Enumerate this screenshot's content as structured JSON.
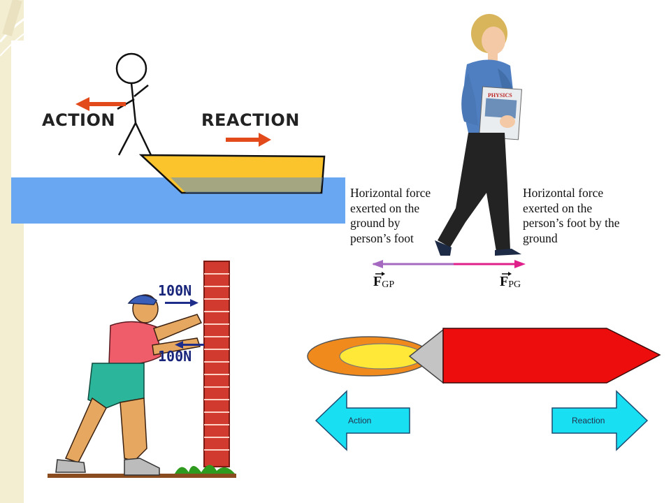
{
  "boat_panel": {
    "action_label": "ACTION",
    "reaction_label": "REACTION"
  },
  "walking_panel": {
    "left_caption": "Horizontal force exerted on the ground by person’s foot",
    "right_caption": "Horizontal force exerted on the person’s foot by the ground",
    "left_force_symbol": "F",
    "left_force_subscript": "GP",
    "right_force_symbol": "F",
    "right_force_subscript": "PG",
    "book_title": "PHYSICS"
  },
  "wall_panel": {
    "push_force": "100N",
    "reaction_force": "100N"
  },
  "rocket_panel": {
    "action_label": "Action",
    "reaction_label": "Reaction"
  },
  "colors": {
    "action_arrow": "#e24a1c",
    "water": "#6aa7f2",
    "boat_hull": "#fbc32c",
    "ground_force_arrow": "#a56ac0",
    "foot_force_arrow": "#e0208a",
    "rocket_body": "#ee0d0d",
    "cyan_arrow": "#18dff2"
  }
}
